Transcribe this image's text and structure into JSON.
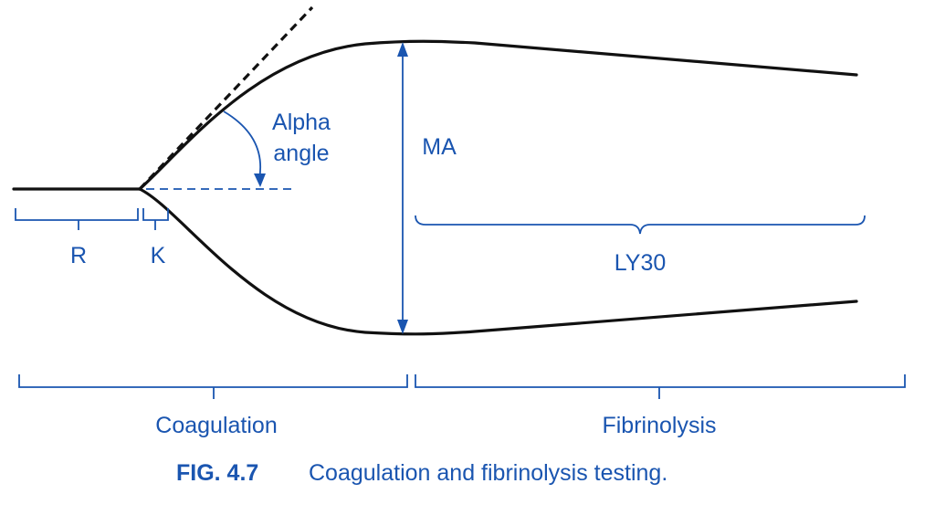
{
  "labels": {
    "r": "R",
    "k": "K",
    "alpha_line1": "Alpha",
    "alpha_line2": "angle",
    "ma": "MA",
    "ly30": "LY30",
    "coagulation": "Coagulation",
    "fibrinolysis": "Fibrinolysis"
  },
  "caption": {
    "number": "FIG. 4.7",
    "text": "Coagulation and fibrinolysis testing."
  },
  "colors": {
    "trace": "#111111",
    "annotation": "#1a55b0",
    "background": "#ffffff"
  }
}
